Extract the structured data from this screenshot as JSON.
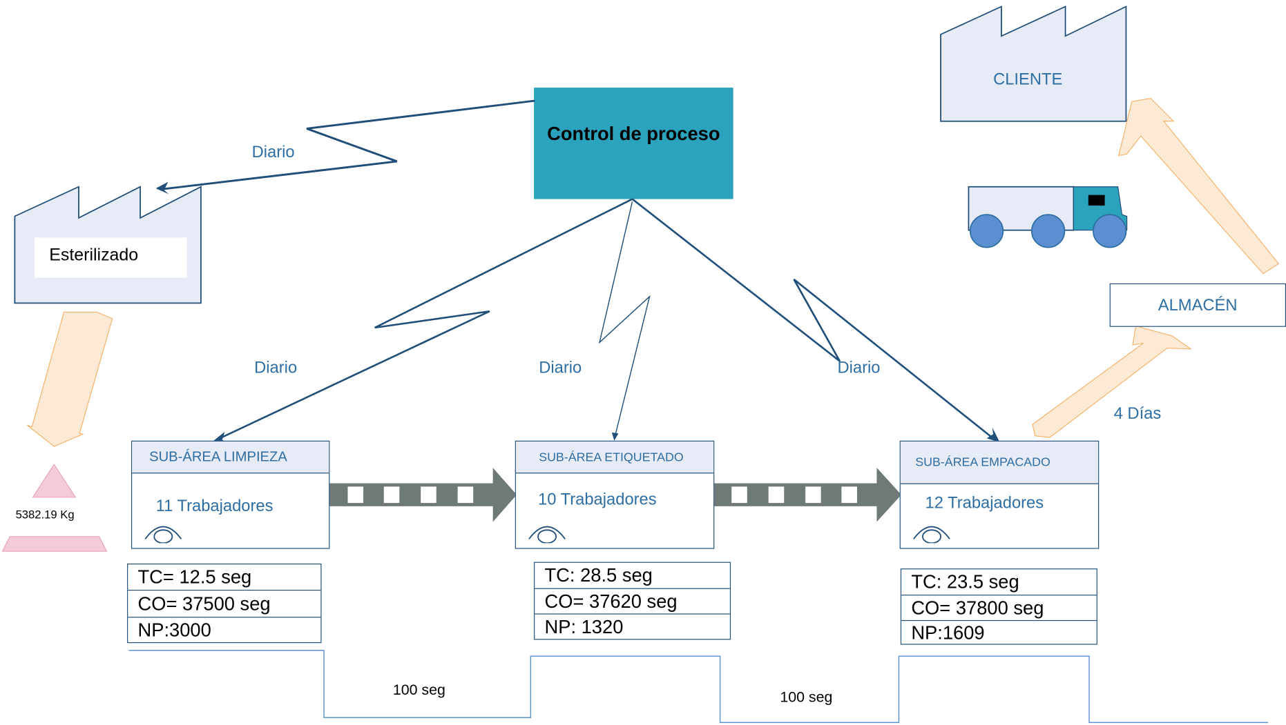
{
  "control": {
    "title": "Control de proceso"
  },
  "supplier": {
    "label": "Esterilizado"
  },
  "customer": {
    "label": "CLIENTE"
  },
  "warehouse": {
    "label": "ALMACÉN"
  },
  "inventory": {
    "label": "5382.19 Kg"
  },
  "info_flows": [
    "Diario",
    "Diario",
    "Diario",
    "Diario"
  ],
  "warehouse_lead_time": "4 Días",
  "processes": [
    {
      "name": "SUB-ÁREA LIMPIEZA",
      "workers": "11 Trabajadores",
      "tc": "TC= 12.5 seg",
      "co": "CO= 37500 seg",
      "np": "NP:3000"
    },
    {
      "name": "SUB-ÁREA ETIQUETADO",
      "workers": "10 Trabajadores",
      "tc": "TC: 28.5 seg",
      "co": "CO= 37620 seg",
      "np": "NP: 1320"
    },
    {
      "name": "SUB-ÁREA EMPACADO",
      "workers": "12 Trabajadores",
      "tc": "TC: 23.5 seg",
      "co": "CO= 37800 seg",
      "np": "NP:1609"
    }
  ],
  "timeline": [
    "100 seg",
    "100 seg"
  ],
  "icons": [
    "factory-icon",
    "truck-icon",
    "push-arrow-icon",
    "operator-icon",
    "inventory-triangle-icon",
    "lightning-arrow-icon"
  ],
  "colors": {
    "control_box": "#2ba3bd",
    "process_border": "#1f4e79",
    "label_blue": "#2e6ea3",
    "factory_fill": "#e6ebf6",
    "push_arrow": "#6f7a78",
    "shipment_arrow": "#fbd8b0",
    "inventory": "#f3ccd8",
    "truck_body": "#e6ebf6",
    "truck_cab": "#2ba3bd",
    "wheels": "#5b8fd1"
  }
}
